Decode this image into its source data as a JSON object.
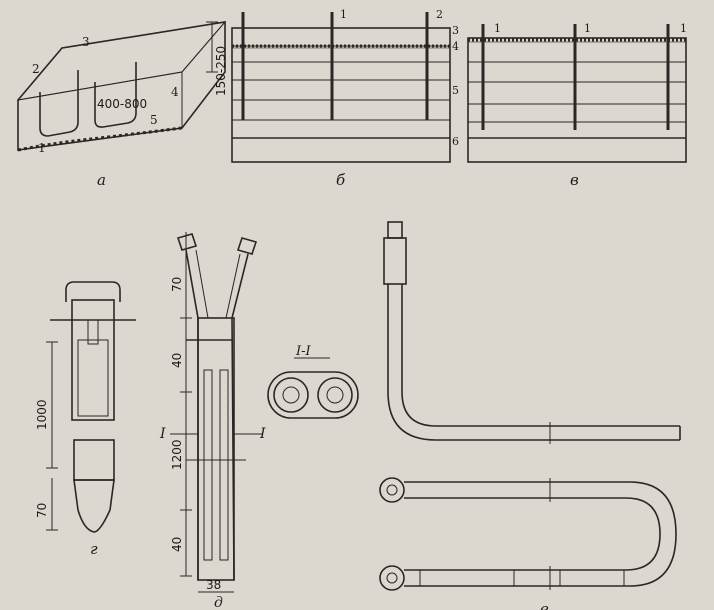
{
  "figure": {
    "panel_labels": [
      "а",
      "б",
      "в",
      "г",
      "д",
      "е"
    ],
    "part_numbers": [
      "1",
      "2",
      "3",
      "4",
      "5",
      "6"
    ],
    "dimensions": {
      "a_spacing": "400-800",
      "a_depth": "150-250",
      "g_length": "1000",
      "g_tip": "70",
      "d_top": "70",
      "d_upper": "40",
      "d_main": "1200",
      "d_lower": "40",
      "d_width": "38"
    },
    "section_label": "I-I",
    "section_mark_left": "I",
    "section_mark_right": "I"
  },
  "colors": {
    "paper": "#dcd8d0",
    "ink": "#2a2826",
    "hatch": "#8e8a84",
    "concrete": "#c9c5bd"
  }
}
